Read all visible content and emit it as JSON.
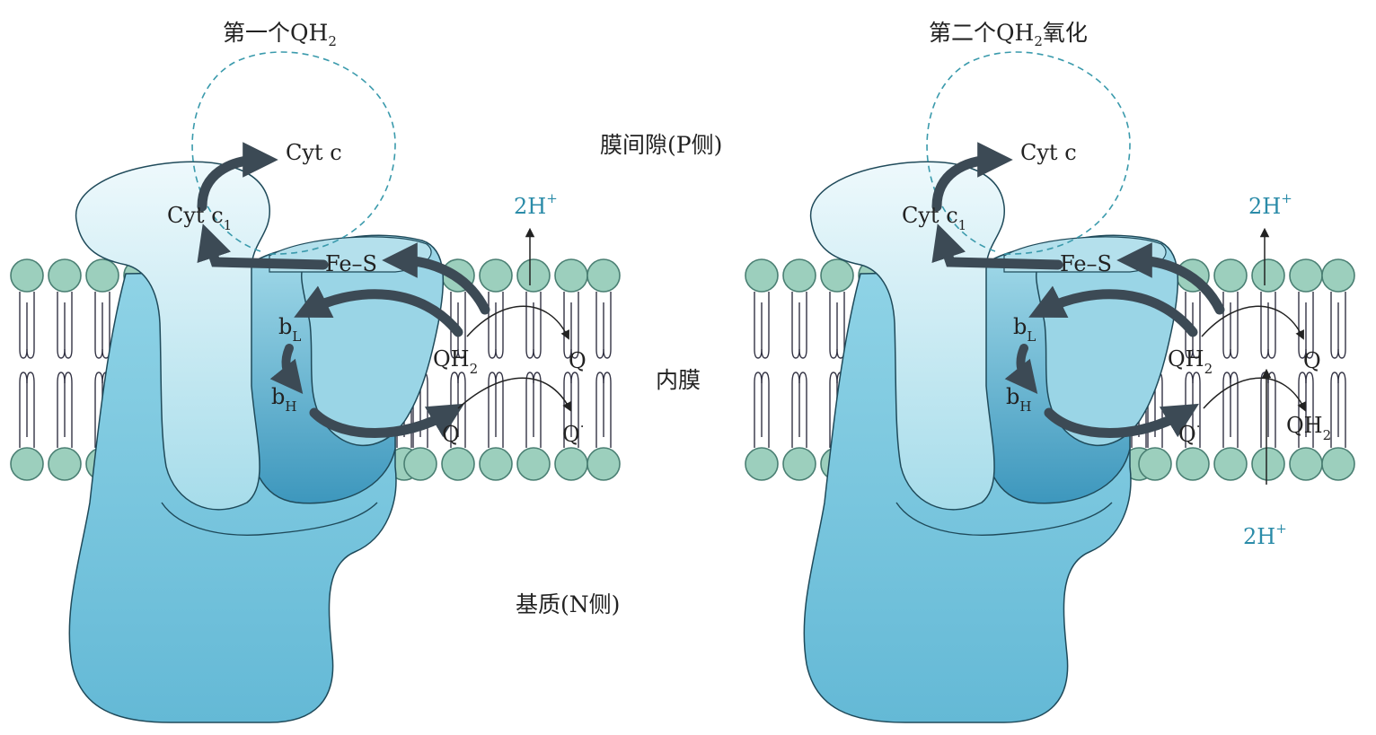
{
  "panels": [
    {
      "title": "第一个QH",
      "title_sub": "2",
      "title_suffix": "",
      "cyt_c": "Cyt c",
      "cyt_c1": "Cyt c",
      "cyt_c1_sub": "1",
      "fes": "Fe–S",
      "bl": "b",
      "bl_sub": "L",
      "bh": "b",
      "bh_sub": "H",
      "qh2_main": "QH",
      "qh2_main_sub": "2",
      "q_top": "Q",
      "q_bottom_left": "Q",
      "q_bottom_right": "Q",
      "q_bottom_right_sup": "·",
      "proton_top": "2H",
      "proton_top_sup": "+"
    },
    {
      "title": "第二个QH",
      "title_sub": "2",
      "title_suffix": "氧化",
      "cyt_c": "Cyt c",
      "cyt_c1": "Cyt c",
      "cyt_c1_sub": "1",
      "fes": "Fe–S",
      "bl": "b",
      "bl_sub": "L",
      "bh": "b",
      "bh_sub": "H",
      "qh2_main": "QH",
      "qh2_main_sub": "2",
      "q_top": "Q",
      "q_bottom_left": "Q",
      "q_bottom_left_sup": "·",
      "qh2_bottom_right": "QH",
      "qh2_bottom_right_sub": "2",
      "proton_top": "2H",
      "proton_top_sup": "+",
      "proton_bottom": "2H",
      "proton_bottom_sup": "+"
    }
  ],
  "labels": {
    "p_side": "膜间隙(P侧)",
    "membrane": "内膜",
    "n_side": "基质(N侧)"
  },
  "colors": {
    "protein_light": "#d8f0f6",
    "protein_mid": "#8fd0e2",
    "protein_dark": "#3f9ec0",
    "lipid_head": "#9ccfbd",
    "arrow": "#3c4a55",
    "proton": "#2a8ba8",
    "dashed": "#3a9aac"
  }
}
